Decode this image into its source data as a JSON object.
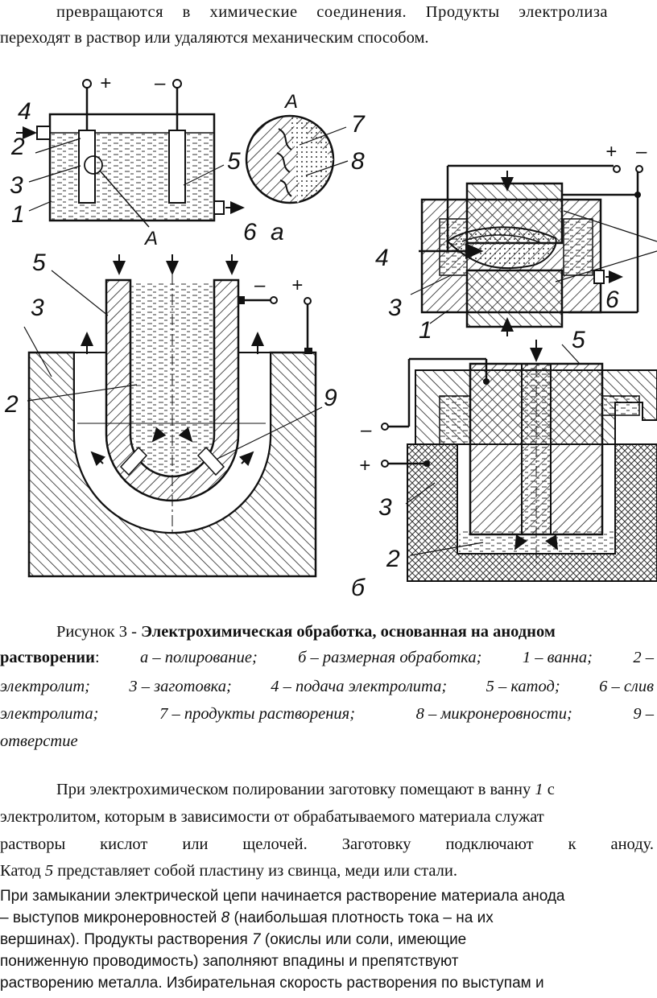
{
  "intro": {
    "line1": "превращаются в химические соединения. Продукты электролиза",
    "line2": "переходят в раствор или удаляются механическим способом."
  },
  "figure": {
    "a": {
      "plus": "+",
      "minus": "–",
      "labels": [
        "4",
        "2",
        "3",
        "1",
        "5",
        "6",
        "а",
        "А",
        "А",
        "7",
        "8"
      ]
    },
    "b": {
      "labels": [
        "5",
        "3",
        "2",
        "9"
      ],
      "plus": "+",
      "minus": "–"
    },
    "c": {
      "labels": [
        "4",
        "3",
        "1",
        "6",
        "5",
        "3",
        "2",
        "б"
      ],
      "plus": "+",
      "minus": "–"
    }
  },
  "caption": {
    "prefix": "Рисунок 3 - ",
    "title_part1": "Электрохимическая обработка, основанная на анодном",
    "title_part2": "растворении",
    "colon": ":",
    "line2_rest": [
      "а – полирование;",
      "б – размерная обработка;",
      "1 – ванна;",
      "2 –"
    ],
    "line3": [
      "электролит;",
      "3 – заготовка;",
      "4 – подача электролита;",
      "5 – катод;",
      "6 – слив"
    ],
    "line4": [
      "электролита;",
      "7 – продукты растворения;",
      "8 – микронеровности;",
      "9 –"
    ],
    "line5": "отверстие"
  },
  "body": {
    "p1_line1_a": "При электрохимическом полировании заготовку помещают в ванну",
    "p1_line1_num": "1",
    "p1_line1_b": " с",
    "p1_line2": "электролитом, которым в зависимости от обрабатываемого материала служат",
    "p1_line3": [
      "растворы",
      "кислот",
      "или",
      "щелочей.",
      "Заготовку",
      "подключают",
      "к",
      "аноду."
    ],
    "p1_line4_a": "Катод ",
    "p1_line4_num": "5",
    "p1_line4_b": " представляет собой пластину из свинца, меди или стали.",
    "p2_line1": "При замыкании электрической цепи начинается растворение материала анода",
    "p2_line2_a": "– выступов микронеровностей ",
    "p2_line2_num": "8",
    "p2_line2_b": " (наибольшая плотность тока – на их",
    "p2_line3_a": "вершинах). Продукты растворения ",
    "p2_line3_num": "7",
    "p2_line3_b": " (окислы или соли, имеющие",
    "p2_line4": "пониженную проводимость) заполняют впадины и препятствуют",
    "p2_line5": "растворению металла. Избирательная скорость растворения по выступам и"
  }
}
